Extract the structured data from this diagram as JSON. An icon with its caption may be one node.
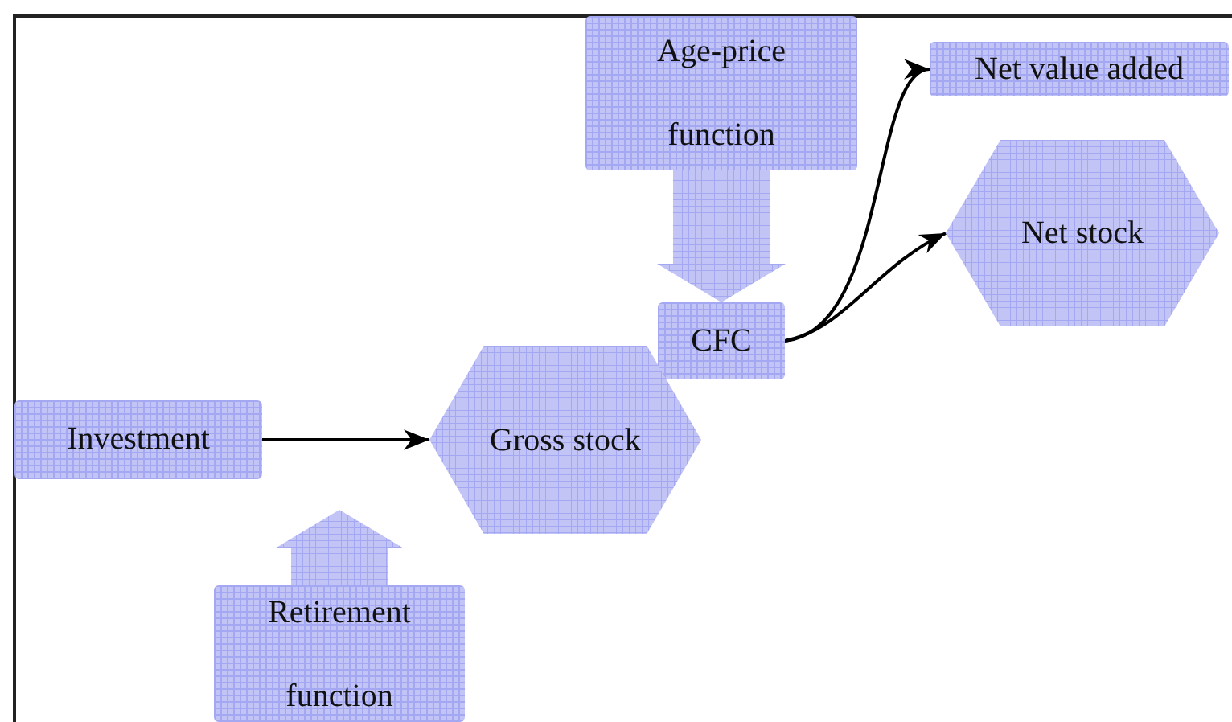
{
  "diagram": {
    "nodes": [
      {
        "text": [
          "Age-price function"
        ]
      },
      {
        "text": [
          "Net value added"
        ]
      },
      {
        "text": [
          "Net stock"
        ]
      },
      {
        "text": [
          "CFC"
        ]
      },
      {
        "text": [
          "Investment"
        ]
      },
      {
        "text": [
          "Gross stock"
        ]
      },
      {
        "text": [
          "Retirement function"
        ]
      }
    ],
    "edges": [
      {
        "from": 4,
        "to": 5,
        "arrow": "to"
      },
      {
        "from": 3,
        "to": 1,
        "arrow": "to"
      },
      {
        "from": 3,
        "to": 2,
        "arrow": "to"
      },
      {
        "from": 0,
        "to": 3,
        "arrow": "to",
        "style": "thick"
      },
      {
        "from": 6,
        "to": null,
        "arrow": "to",
        "style": "thick"
      }
    ]
  }
}
